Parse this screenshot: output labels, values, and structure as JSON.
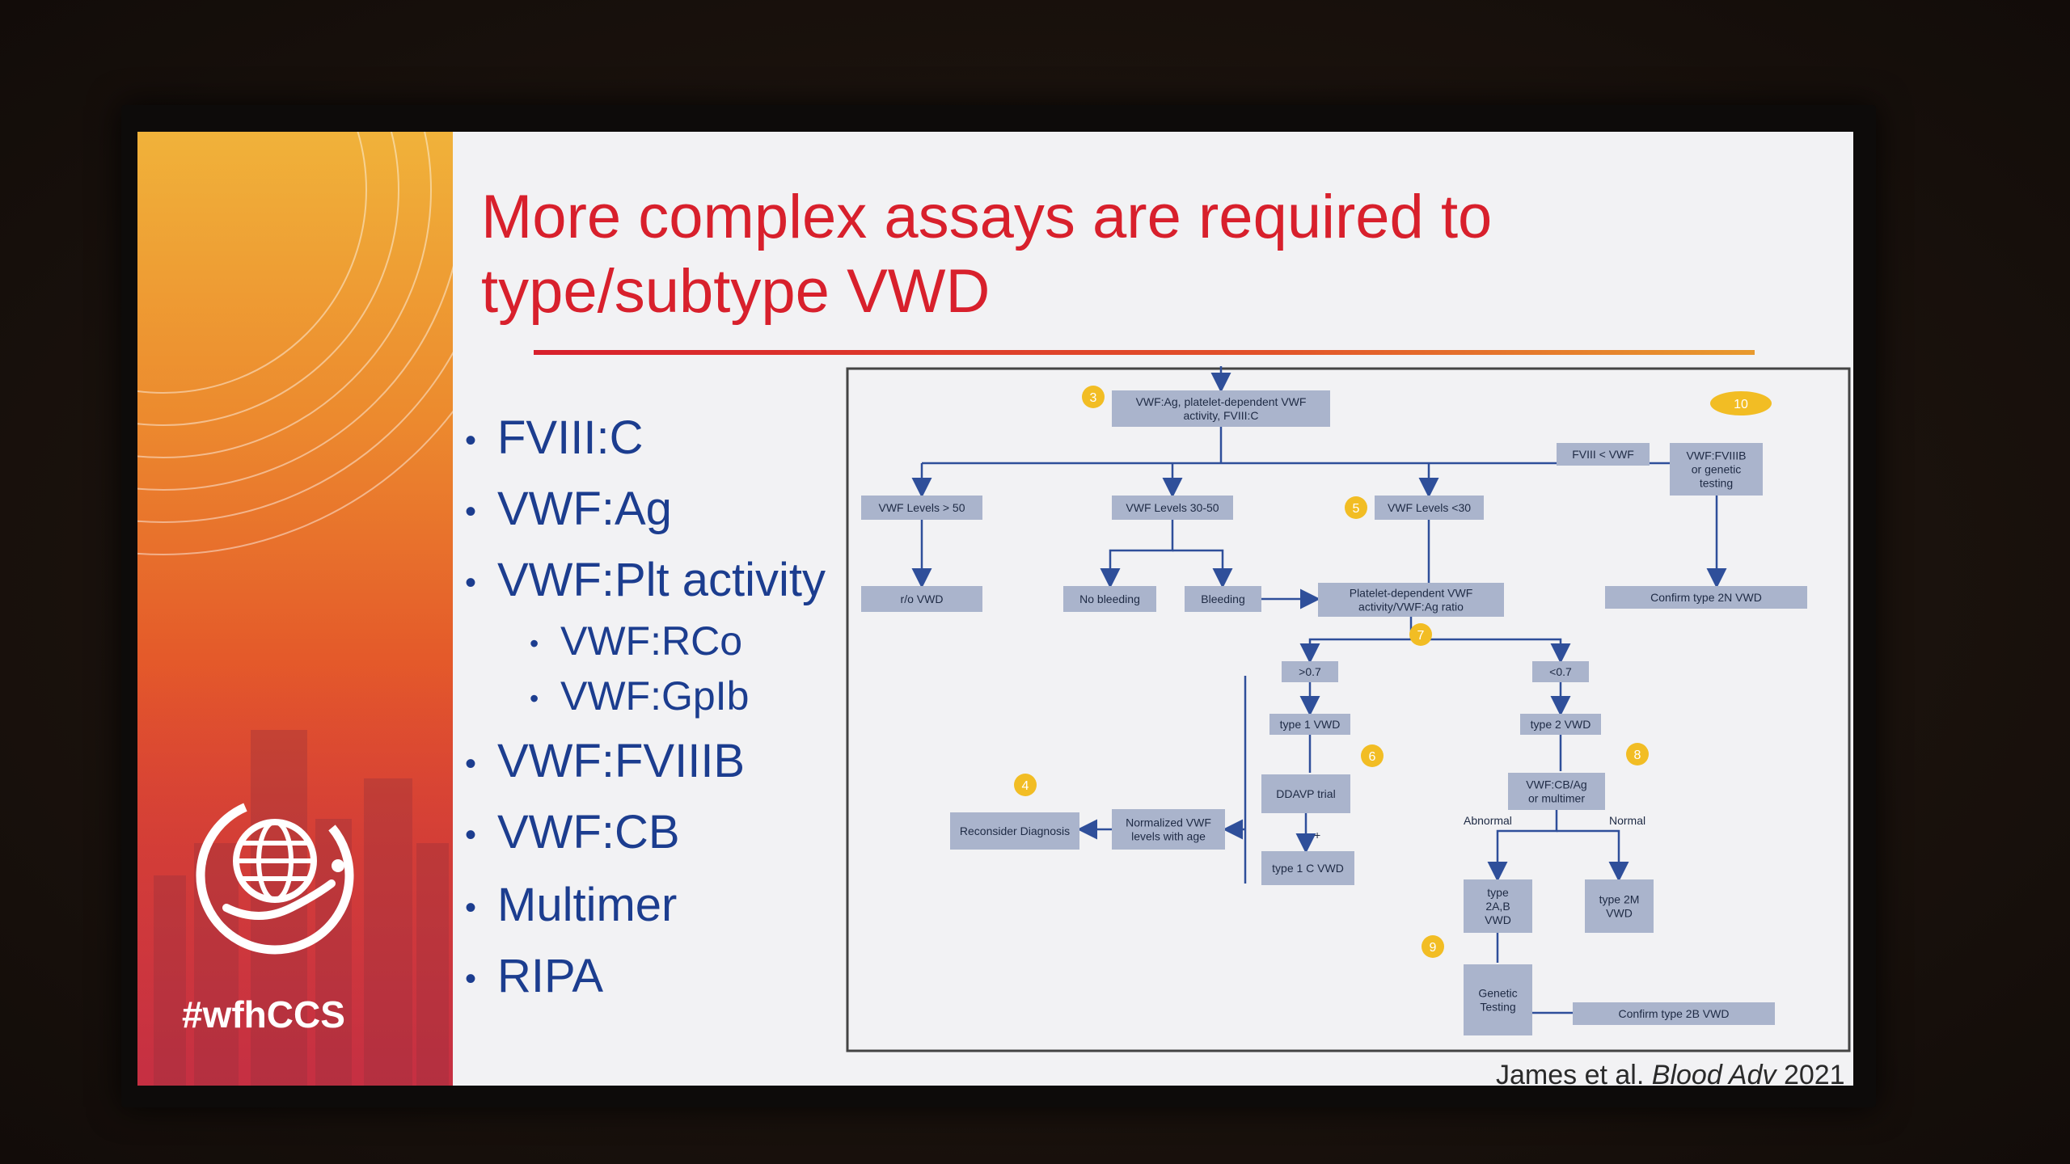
{
  "slide": {
    "title": "More complex assays are required to type/subtype VWD",
    "hashtag": "#wfhCCS",
    "citation_authors": "James et al.",
    "citation_journal": "Blood Adv",
    "citation_year": "2021"
  },
  "bullets": [
    {
      "text": "FVIII:C",
      "level": 1
    },
    {
      "text": "VWF:Ag",
      "level": 1
    },
    {
      "text": "VWF:Plt activity",
      "level": 1
    },
    {
      "text": "VWF:RCo",
      "level": 2
    },
    {
      "text": "VWF:GpIb",
      "level": 2
    },
    {
      "text": "VWF:FVIIIB",
      "level": 1
    },
    {
      "text": "VWF:CB",
      "level": 1
    },
    {
      "text": "Multimer",
      "level": 1
    },
    {
      "text": "RIPA",
      "level": 1
    }
  ],
  "flowchart": {
    "nodes": {
      "start": [
        "VWF:Ag, platelet-dependent VWF",
        "activity, FVIII:C"
      ],
      "fviii_lt_vwf": [
        "FVIII < VWF"
      ],
      "vwf_fviiib": [
        "VWF:FVIIIB",
        "or genetic",
        "testing"
      ],
      "levels_gt50": [
        "VWF Levels > 50"
      ],
      "levels_30_50": [
        "VWF Levels 30-50"
      ],
      "levels_lt30": [
        "VWF Levels <30"
      ],
      "confirm_2n": [
        "Confirm type 2N VWD"
      ],
      "ro_vwd": [
        "r/o VWD"
      ],
      "no_bleeding": [
        "No bleeding"
      ],
      "bleeding": [
        "Bleeding"
      ],
      "ratio": [
        "Platelet-dependent VWF",
        "activity/VWF:Ag ratio"
      ],
      "gt07": [
        ">0.7"
      ],
      "lt07": [
        "<0.7"
      ],
      "type1": [
        "type 1 VWD"
      ],
      "type2": [
        "type 2 VWD"
      ],
      "ddavp": [
        "DDAVP trial"
      ],
      "cb_ag": [
        "VWF:CB/Ag",
        "or multimer"
      ],
      "reconsider": [
        "Reconsider Diagnosis"
      ],
      "normalized": [
        "Normalized VWF",
        "levels with age"
      ],
      "type1c": [
        "type 1 C VWD"
      ],
      "type2ab": [
        "type",
        "2A,B",
        "VWD"
      ],
      "type2m": [
        "type 2M",
        "VWD"
      ],
      "genetic": [
        "Genetic",
        "Testing"
      ],
      "confirm_2b": [
        "Confirm type 2B VWD"
      ]
    },
    "edge_labels": {
      "plus": "+",
      "abnormal": "Abnormal",
      "normal": "Normal"
    },
    "badges": [
      "3",
      "4",
      "5",
      "6",
      "7",
      "8",
      "9",
      "10"
    ],
    "colors": {
      "box": "#aab4cc",
      "line": "#2f4f9a",
      "badge": "#f2bd24",
      "frame": "#444444"
    }
  }
}
